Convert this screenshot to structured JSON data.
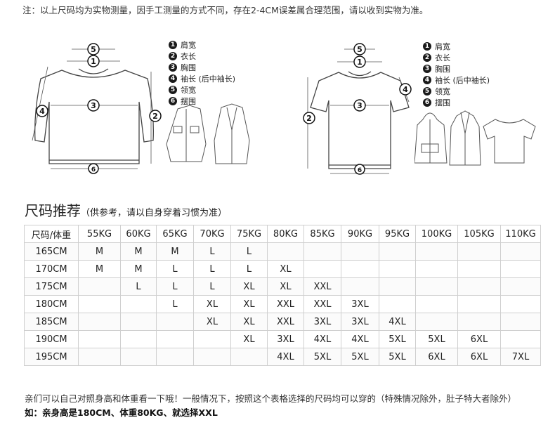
{
  "note_top": "注：以上尺码均为实物测量，因手工测量的方式不同，存在2-4CM误差属合理范围，请以收到实物为准。",
  "legend": [
    {
      "num": "1",
      "label": "肩宽"
    },
    {
      "num": "2",
      "label": "衣长"
    },
    {
      "num": "3",
      "label": "胸围"
    },
    {
      "num": "4",
      "label": "袖长 (后中袖长)"
    },
    {
      "num": "5",
      "label": "领宽"
    },
    {
      "num": "6",
      "label": "摆围"
    }
  ],
  "section_title": {
    "main": "尺码推荐",
    "sub": "（供参考，请以自身穿着习惯为准）"
  },
  "table": {
    "header": [
      "尺码/体重",
      "55KG",
      "60KG",
      "65KG",
      "70KG",
      "75KG",
      "80KG",
      "85KG",
      "90KG",
      "95KG",
      "100KG",
      "105KG",
      "110KG"
    ],
    "rows": [
      [
        "165CM",
        "M",
        "M",
        "M",
        "L",
        "L",
        "",
        "",
        "",
        "",
        "",
        "",
        ""
      ],
      [
        "170CM",
        "M",
        "M",
        "L",
        "L",
        "L",
        "XL",
        "",
        "",
        "",
        "",
        "",
        ""
      ],
      [
        "175CM",
        "",
        "L",
        "L",
        "L",
        "XL",
        "XL",
        "XXL",
        "",
        "",
        "",
        "",
        ""
      ],
      [
        "180CM",
        "",
        "",
        "L",
        "XL",
        "XL",
        "XXL",
        "XXL",
        "3XL",
        "",
        "",
        "",
        ""
      ],
      [
        "185CM",
        "",
        "",
        "",
        "XL",
        "XL",
        "XXL",
        "3XL",
        "3XL",
        "4XL",
        "",
        "",
        ""
      ],
      [
        "190CM",
        "",
        "",
        "",
        "",
        "XL",
        "3XL",
        "4XL",
        "4XL",
        "5XL",
        "5XL",
        "6XL",
        ""
      ],
      [
        "195CM",
        "",
        "",
        "",
        "",
        "",
        "4XL",
        "5XL",
        "5XL",
        "5XL",
        "6XL",
        "6XL",
        "7XL"
      ]
    ]
  },
  "footer_line1": "亲们可以自己对照身高和体重看一下哦！一般情况下，按照这个表格选择的尺码均可以穿的（特殊情况除外，肚子特大者除外）",
  "footer_line2": "如：亲身高是180CM、体重80KG、就选择XXL"
}
